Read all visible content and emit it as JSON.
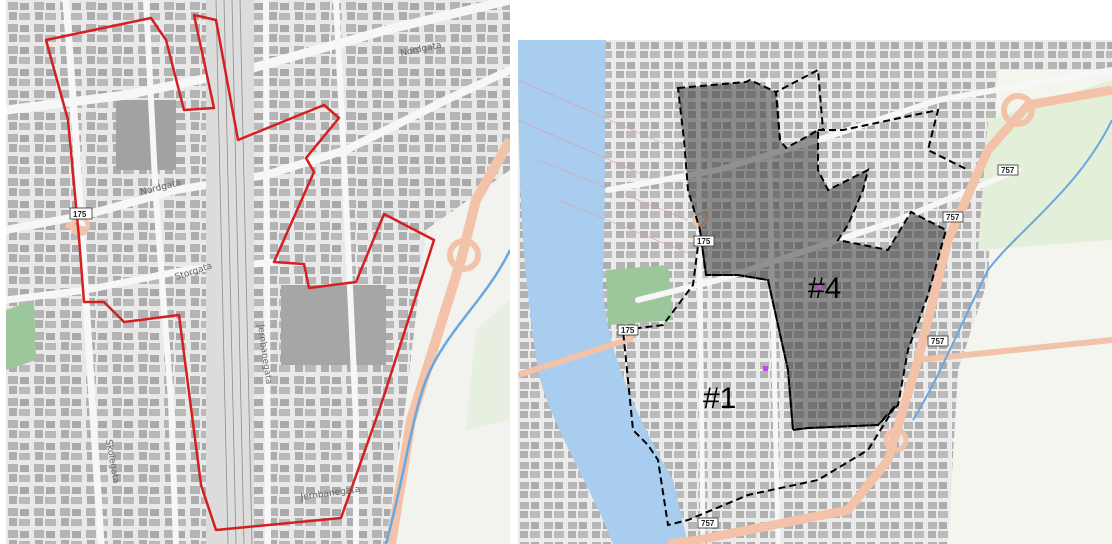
{
  "left_map": {
    "street_labels": [
      "Nordgata",
      "Nordgata",
      "Jernbanegata",
      "Jernbanegata",
      "Storgata",
      "Skolegata"
    ],
    "road_shield": "175",
    "boundary_color": "#d42020"
  },
  "right_map": {
    "zone_labels": [
      "#1",
      "#4"
    ],
    "road_shields": [
      "175",
      "175",
      "757",
      "757",
      "757",
      "757"
    ],
    "boundary_style": "dashed",
    "river_color": "#a9cdee",
    "highlight_marker_color": "#c040ff"
  }
}
